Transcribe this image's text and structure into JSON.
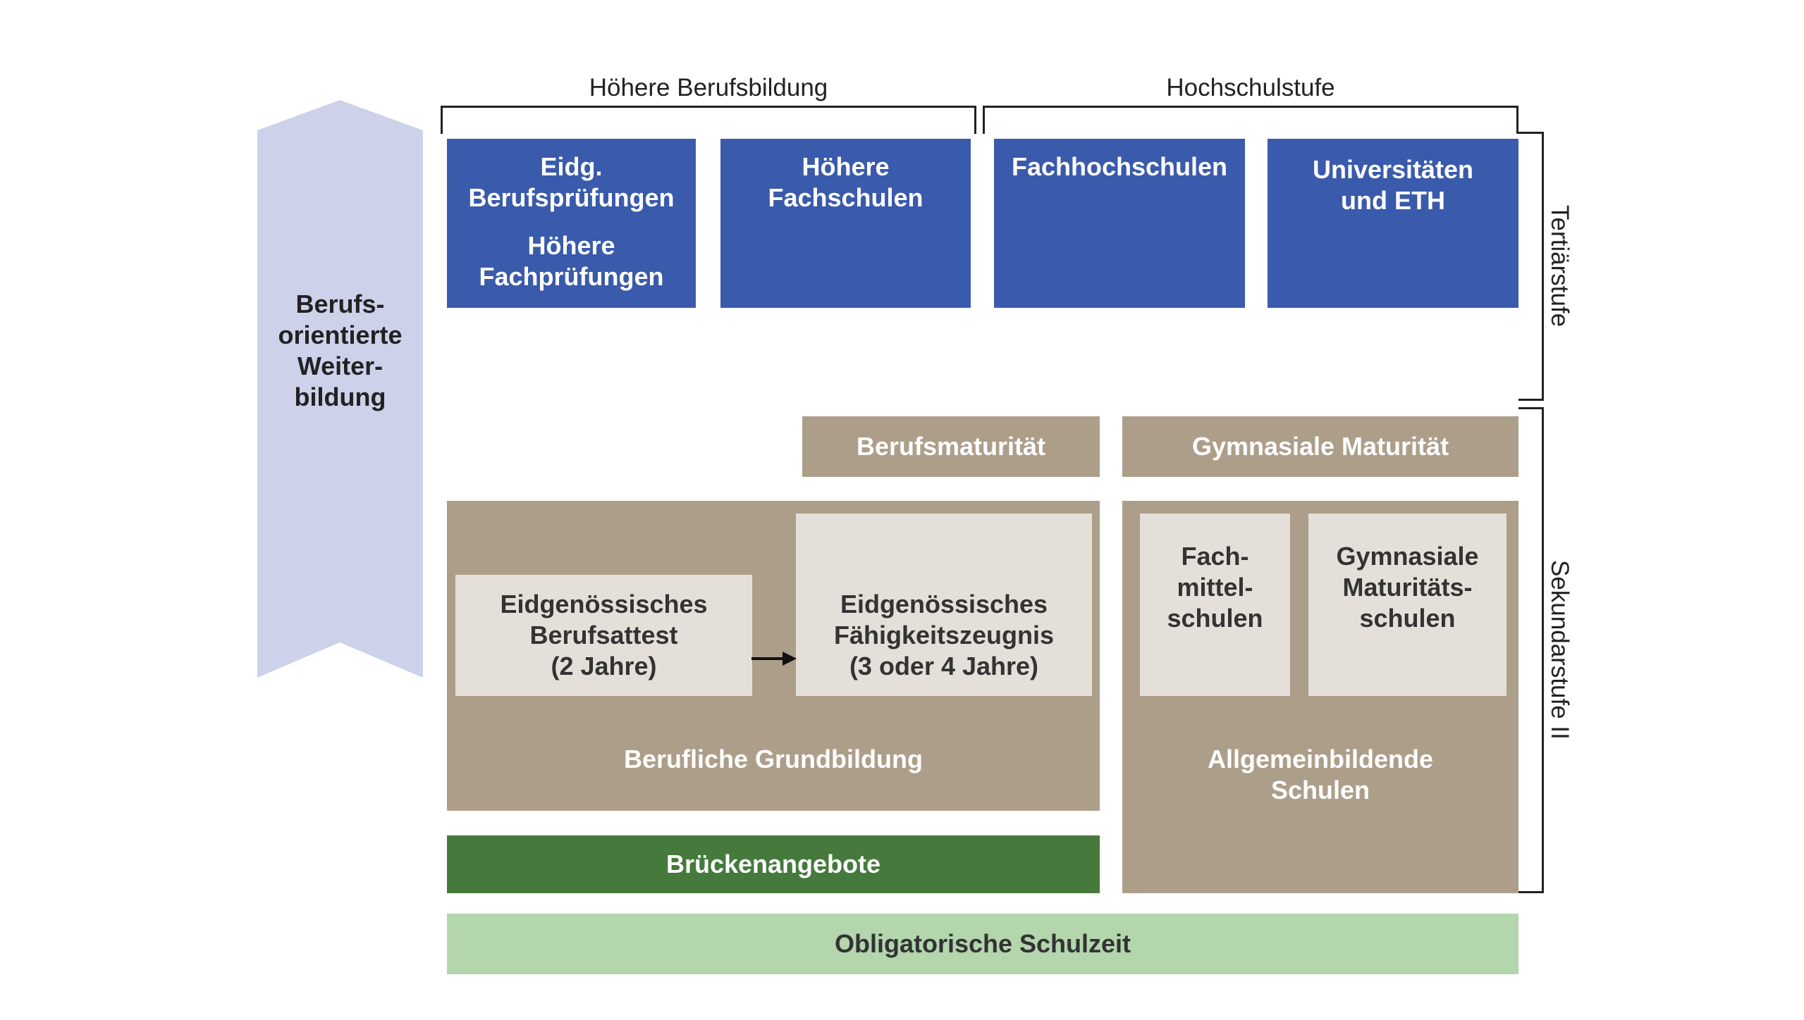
{
  "groups": {
    "hoehere_berufsbildung": "Höhere Berufsbildung",
    "hochschulstufe": "Hochschulstufe",
    "tertiaerstufe": "Tertiärstufe",
    "sekundarstufe": "Sekundarstufe II"
  },
  "weiterbildung": "Berufs-\norientierte\nWeiter-\nbildung",
  "tertiary": {
    "eidg_pruefungen_a": "Eidg.\nBerufsprüfungen",
    "eidg_pruefungen_b": "Höhere\nFachprüfungen",
    "hoehere_fachschulen": "Höhere\nFachschulen",
    "fachhochschulen": "Fachhochschulen",
    "universitaeten": "Universitäten\nund ETH"
  },
  "maturity": {
    "berufsmaturitaet": "Berufsmaturität",
    "gymnasiale_maturitaet": "Gymnasiale Maturität"
  },
  "secondary": {
    "berufsattest": "Eidgenössisches\nBerufsattest\n(2 Jahre)",
    "faehigkeitszeugnis": "Eidgenössisches\nFähigkeitszeugnis\n(3 oder 4 Jahre)",
    "berufliche_grundbildung": "Berufliche Grundbildung",
    "fachmittelschulen": "Fach-\nmittel-\nschulen",
    "maturitaetsschulen": "Gymnasiale\nMaturitäts-\nschulen",
    "allgemeinbildende": "Allgemeinbildende\nSchulen"
  },
  "brueckenangebote": "Brückenangebote",
  "obligatorische": "Obligatorische Schulzeit",
  "colors": {
    "blue": "#3a5aab",
    "brown": "#ad9e8a",
    "light": "#e4dfd8",
    "green": "#457a3c",
    "pale_green": "#b3d6ad",
    "chevron": "#cdd2ea"
  }
}
